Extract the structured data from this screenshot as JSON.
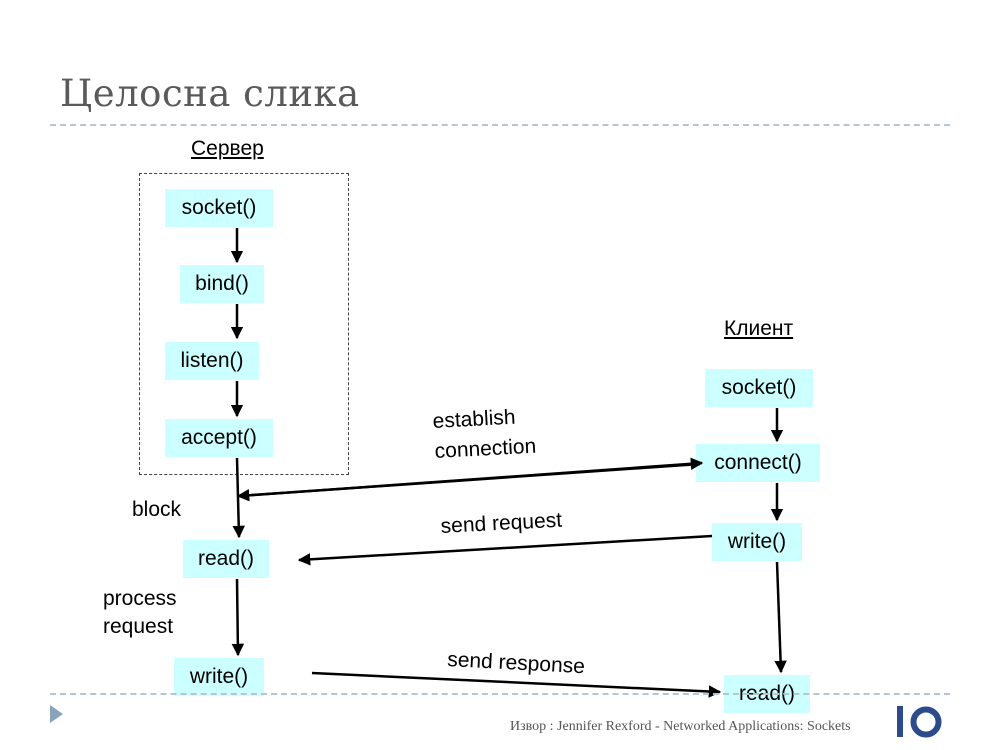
{
  "title": "Целосна слика",
  "server": {
    "heading": "Сервер",
    "socket": "socket()",
    "bind": "bind()",
    "listen": "listen()",
    "accept": "accept()",
    "read": "read()",
    "write": "write()"
  },
  "client": {
    "heading": "Клиент",
    "socket": "socket()",
    "connect": "connect()",
    "write": "write()",
    "read": "read()"
  },
  "labels": {
    "block": "block",
    "process_line1": "process",
    "process_line2": "request",
    "establish_line1": "establish",
    "establish_line2": "connection",
    "send_request": "send request",
    "send_response": "send response"
  },
  "footer": "Извор : Jennifer Rexford - Networked Applications: Sockets",
  "colors": {
    "box_fill": "#ccffff",
    "title": "#5a5a5a",
    "rule": "#b7c5d3",
    "logo": "#2d4a8a"
  },
  "icons": [
    "play-icon",
    "io-logo"
  ]
}
